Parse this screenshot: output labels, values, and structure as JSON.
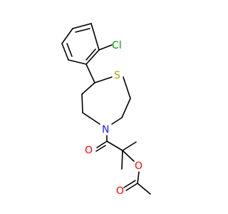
{
  "molecule": {
    "atoms": {
      "chlorine": "Cl",
      "sulfur": "S",
      "nitrogen": "N",
      "carbonyl_oxygen": "O",
      "ester_oxygen": "O",
      "acetyl_oxygen": "O"
    }
  },
  "colors": {
    "bond": "#000000",
    "background": "#ffffff",
    "chlorine": "#00a000",
    "sulfur": "#b8a000",
    "nitrogen": "#2020ff",
    "oxygen": "#ff0000"
  }
}
